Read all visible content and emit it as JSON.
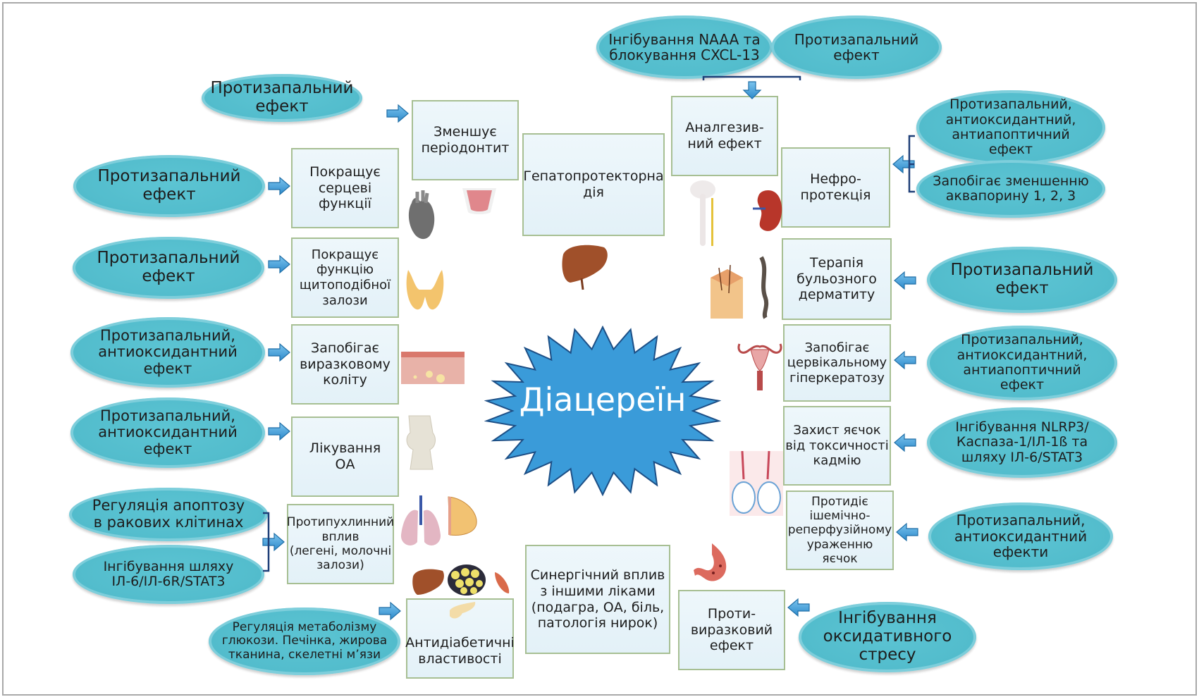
{
  "center": {
    "label": "Діацереїн",
    "color": "#3a9bd9"
  },
  "colors": {
    "ellipse": "#55bfcf",
    "box_fill": "#e6f3f9",
    "box_border": "#a7bf93",
    "arrow": "#3d9ad6"
  },
  "left": {
    "causes": [
      {
        "text": "Протизапальний\nефект"
      },
      {
        "text": "Протизапальний\nефект"
      },
      {
        "text": "Протизапальний\nефект"
      },
      {
        "text": "Протизапальний,\nантиоксидантний\nефект"
      },
      {
        "text": "Протизапальний,\nантиоксидантний\nефект"
      },
      {
        "text": "Регуляція апоптозу\nв ракових клітинах"
      },
      {
        "text": "Інгібування шляху\nІЛ-6/ІЛ-6R/STAT3"
      },
      {
        "text": "Регуляція метаболізму\nглюкози. Печінка, жирова\nтканина, скелетні м’язи"
      }
    ],
    "effects": [
      {
        "text": "Зменшує\nперіодонтит"
      },
      {
        "text": "Покращує\nсерцеві\nфункції"
      },
      {
        "text": "Покращує\nфункцію\nщитоподібної\nзалози"
      },
      {
        "text": "Запобігає\nвиразковому\nколіту"
      },
      {
        "text": "Лікування\nОА"
      },
      {
        "text": "Протипухлинний\nвплив\n(легені, молочні\nзалози)"
      },
      {
        "text": "Антидіабетичні\nвластивості"
      }
    ]
  },
  "middle": {
    "hepato": {
      "text": "Гепатопротекторна\nдія"
    },
    "synergy": {
      "text": "Синергічний вплив\nз іншими ліками\n(подагра, ОА, біль,\nпатологія нирок)"
    }
  },
  "right": {
    "causes": [
      {
        "text": "Інгібування NAAA та\nблокування CXCL-13"
      },
      {
        "text": "Протизапальний\nефект"
      },
      {
        "text": "Протизапальний,\nантиоксидантний,\nантиапоптичний\nефект"
      },
      {
        "text": "Запобігає зменшенню\nаквапорину 1, 2, 3"
      },
      {
        "text": "Протизапальний\nефект"
      },
      {
        "text": "Протизапальний,\nантиоксидантний,\nантиапоптичний\nефект"
      },
      {
        "text": "Інгібування NLRP3/\nКаспаза-1/ІЛ-1ß та\nшляху ІЛ-6/STAT3"
      },
      {
        "text": "Протизапальний,\nантиоксидантний\nефекти"
      },
      {
        "text": "Інгібування\nоксидативного\nстресу"
      }
    ],
    "effects": [
      {
        "text": "Аналгезив-\nний ефект"
      },
      {
        "text": "Нефро-\nпротекція"
      },
      {
        "text": "Терапія\nбульозного\nдерматиту"
      },
      {
        "text": "Запобігає\nцервікальному\nгіперкератозу"
      },
      {
        "text": "Захист яєчок\nвід токсичності\nкадмію"
      },
      {
        "text": "Протидіє\nішемічно-\nреперфузійному\nураженню яєчок"
      },
      {
        "text": "Проти-\nвиразковий\nефект"
      }
    ]
  },
  "icons": [
    "heart-icon",
    "mouth-icon",
    "thyroid-icon",
    "colon-icon",
    "knee-icon",
    "lungs-icon",
    "breast-icon",
    "liver-icon",
    "fat-cells-icon",
    "muscle-icon",
    "pancreas-icon",
    "spinal-cord-icon",
    "kidney-icon",
    "skin-icon",
    "uterus-icon",
    "testes-icon",
    "stomach-icon"
  ]
}
